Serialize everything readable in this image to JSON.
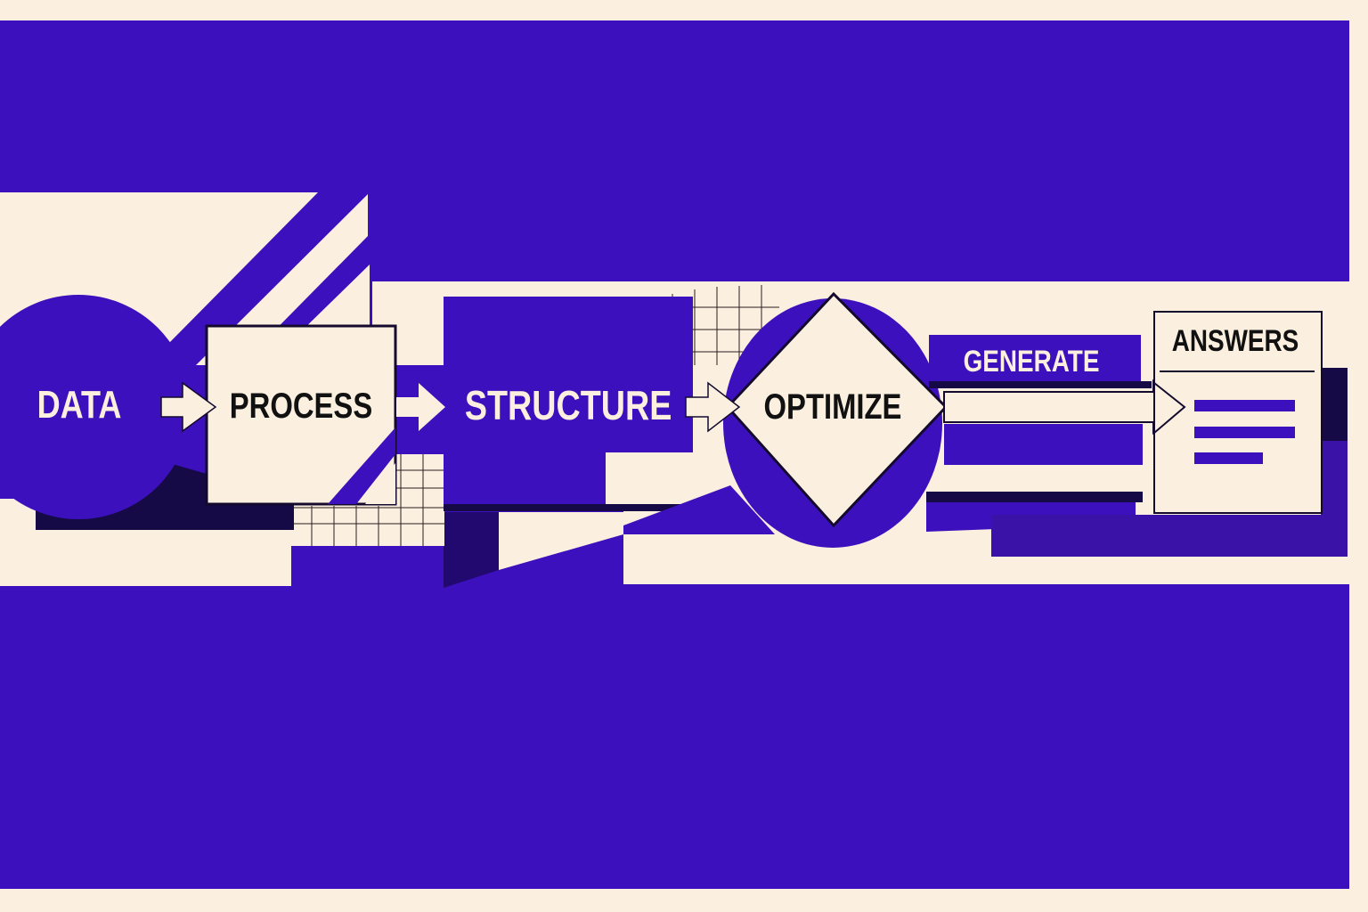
{
  "colors": {
    "purple": "#3d10bd",
    "purple_dark": "#22096f",
    "ink": "#130a2e",
    "cream": "#fbf0df",
    "text_dark": "#111111"
  },
  "diagram": {
    "type": "pipeline-flow",
    "steps": [
      {
        "id": "data",
        "label": "DATA",
        "shape": "circle"
      },
      {
        "id": "process",
        "label": "PROCESS",
        "shape": "square"
      },
      {
        "id": "structure",
        "label": "STRUCTURE",
        "shape": "rectangle"
      },
      {
        "id": "optimize",
        "label": "OPTIMIZE",
        "shape": "diamond"
      },
      {
        "id": "generate",
        "label": "GENERATE",
        "shape": "banner"
      },
      {
        "id": "answers",
        "label": "ANSWERS",
        "shape": "document"
      }
    ],
    "edges": [
      {
        "from": "data",
        "to": "process"
      },
      {
        "from": "process",
        "to": "structure"
      },
      {
        "from": "structure",
        "to": "optimize"
      },
      {
        "from": "optimize",
        "to": "generate"
      },
      {
        "from": "generate",
        "to": "answers"
      }
    ],
    "answers_document": {
      "text_lines": 3
    }
  }
}
